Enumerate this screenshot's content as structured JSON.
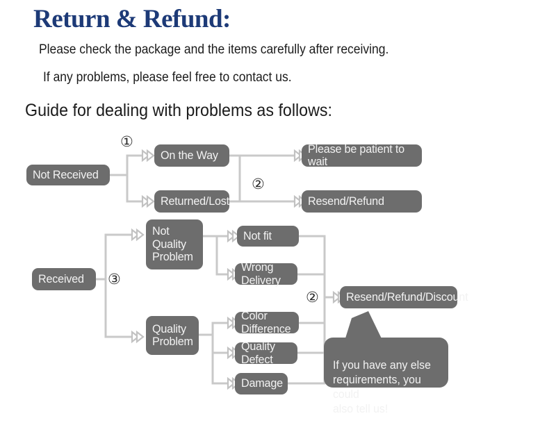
{
  "header": {
    "title": "Return & Refund:",
    "line1": "Please check the package and the items carefully after receiving.",
    "line2": "If any problems, please feel free to contact us.",
    "guide": "Guide for dealing with problems as follows:"
  },
  "colors": {
    "title": "#1d3a77",
    "node_fill": "#6d6d6d",
    "node_text": "#f2f2f2",
    "connector": "#c9c9c9",
    "body_text": "#1b1b1b"
  },
  "flow": {
    "nodes": {
      "not_received": "Not Received",
      "on_the_way": "On the Way",
      "returned_lost": "Returned/Lost",
      "please_wait": "Please be patient to wait",
      "resend_refund": "Resend/Refund",
      "received": "Received",
      "not_quality_problem": "Not\nQuality\nProblem",
      "quality_problem": "Quality\nProblem",
      "not_fit": "Not fit",
      "wrong_delivery": "Wrong Delivery",
      "color_difference": "Color Difference",
      "quality_defect": "Quality Defect",
      "damage": "Damage",
      "resend_refund_discount": "Resend/Refund/Discount"
    },
    "markers": {
      "one": "①",
      "two_top": "②",
      "two_bottom": "②",
      "three": "③"
    },
    "callout": "If you have any else\nrequirements, you could\nalso tell us!"
  }
}
